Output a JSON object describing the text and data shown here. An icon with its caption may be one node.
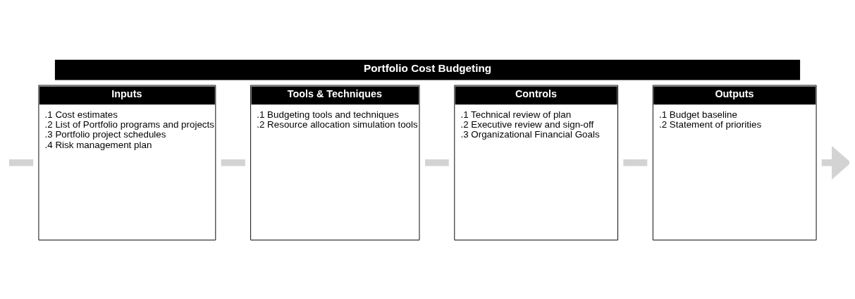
{
  "diagram": {
    "title": "Portfolio Cost Budgeting",
    "nodes": [
      {
        "text": [
          "Inputs",
          ".1 Cost estimates",
          ".2 List of Portfolio programs and projects",
          ".3 Portfolio project schedules",
          ".4 Risk management plan"
        ]
      },
      {
        "text": [
          "Tools & Techniques",
          ".1 Budgeting tools and techniques",
          ".2 Resource allocation simulation tools"
        ]
      },
      {
        "text": [
          "Controls",
          ".1 Technical review of plan",
          ".2 Executive review and sign-off",
          ".3 Organizational Financial Goals"
        ]
      },
      {
        "text": [
          "Outputs",
          ".1 Budget baseline",
          ".2 Statement of priorities"
        ]
      }
    ],
    "edges": [
      {
        "from": null,
        "to": 0,
        "arrow": "none"
      },
      {
        "from": 0,
        "to": 1,
        "arrow": "none"
      },
      {
        "from": 1,
        "to": 2,
        "arrow": "none"
      },
      {
        "from": 2,
        "to": 3,
        "arrow": "none"
      },
      {
        "from": 3,
        "to": null,
        "arrow": "to"
      }
    ]
  }
}
